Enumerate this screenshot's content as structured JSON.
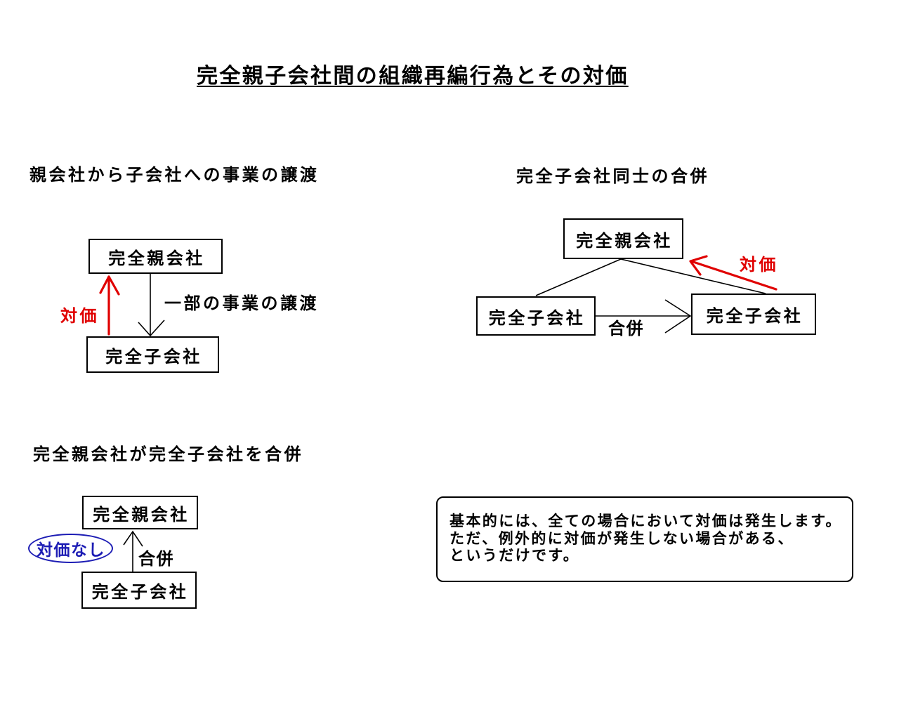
{
  "title": "完全親子会社間の組織再編行為とその対価",
  "colors": {
    "consideration": "#e00000",
    "no_consideration": "#1c1cb4",
    "line": "#000000"
  },
  "transfer_diagram": {
    "heading": "親会社から子会社への事業の譲渡",
    "parent": "完全親会社",
    "child": "完全子会社",
    "transfer_label": "一部の事業の譲渡",
    "consideration_label": "対価"
  },
  "sibling_merger_diagram": {
    "heading": "完全子会社同士の合併",
    "parent": "完全親会社",
    "child_left": "完全子会社",
    "child_right": "完全子会社",
    "merger_label": "合併",
    "consideration_label": "対価"
  },
  "parent_merger_diagram": {
    "heading": "完全親会社が完全子会社を合併",
    "parent": "完全親会社",
    "child": "完全子会社",
    "merger_label": "合併",
    "no_consideration_label": "対価なし"
  },
  "note": {
    "lines": [
      "基本的には、全ての場合において対価は発生します。",
      "ただ、例外的に対価が発生しない場合がある、",
      "というだけです。"
    ]
  }
}
